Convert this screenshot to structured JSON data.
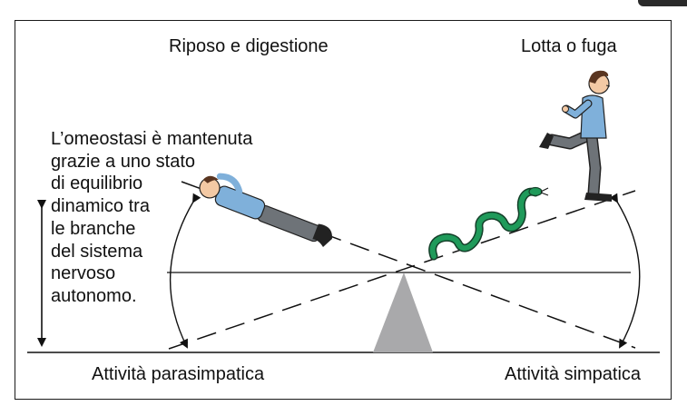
{
  "title_left": "Riposo e digestione",
  "title_right": "Lotta o fuga",
  "bottom_left": "Attività parasimpatica",
  "bottom_right": "Attività simpatica",
  "description_lines": [
    "L’omeostasi è mantenuta",
    "grazie a uno stato",
    "di equilibrio",
    "dinamico tra",
    "le branche",
    "del sistema",
    "nervoso",
    "autonomo."
  ],
  "colors": {
    "fulcrum": "#a9a9ab",
    "shirt": "#7fb0da",
    "trousers": "#6e7378",
    "snake": "#1f9a5a",
    "skin": "#f3c9a4",
    "hair": "#5a3520"
  },
  "icons": [
    "resting-man-icon",
    "running-man-icon",
    "snake-icon",
    "fulcrum-icon"
  ]
}
